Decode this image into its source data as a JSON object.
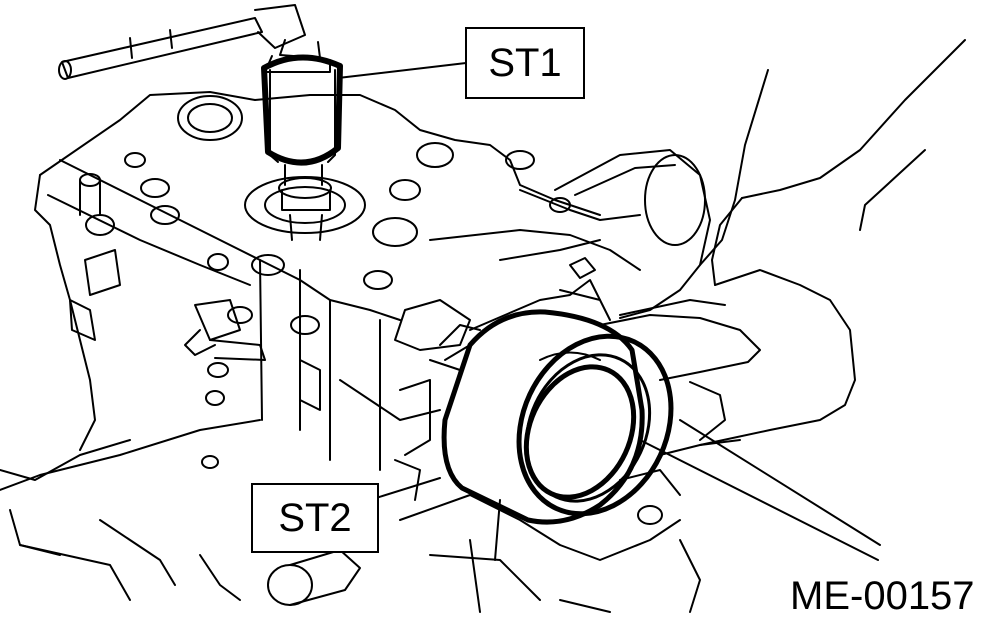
{
  "diagram": {
    "callouts": [
      {
        "id": "st1",
        "label": "ST1"
      },
      {
        "id": "st2",
        "label": "ST2"
      }
    ],
    "figure_code": "ME-00157",
    "colors": {
      "line": "#000000",
      "background": "#ffffff"
    }
  }
}
